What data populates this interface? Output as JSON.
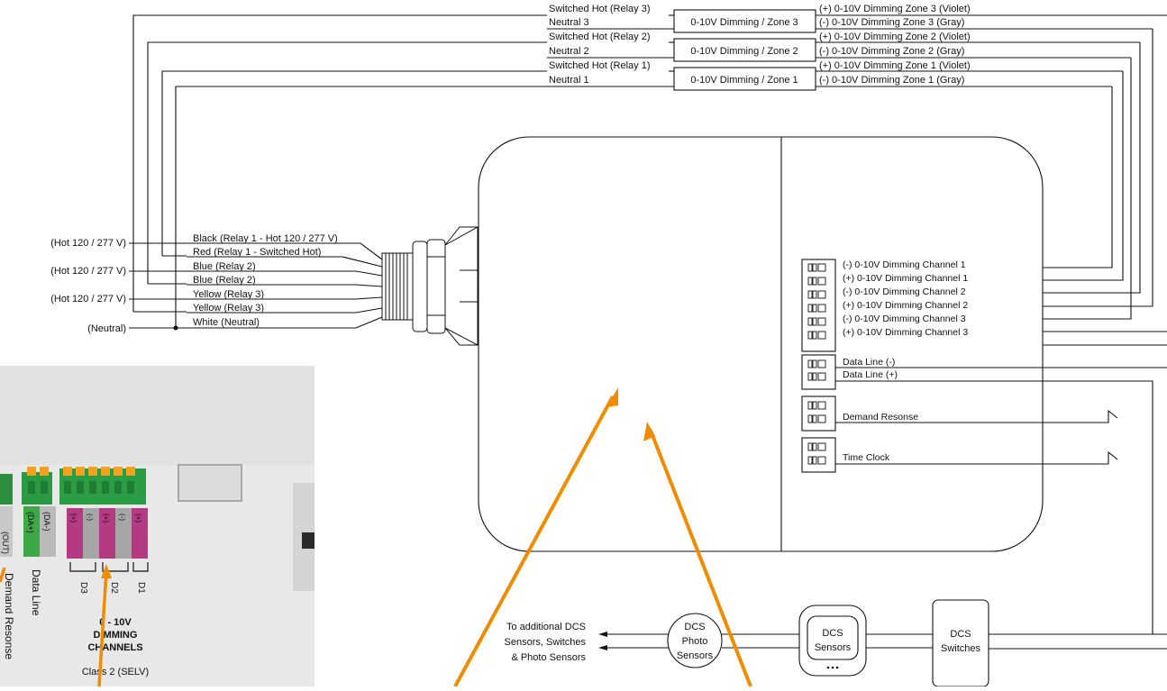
{
  "top_wires": {
    "left": [
      "Switched Hot (Relay 3)",
      "Neutral 3",
      "Switched Hot (Relay 2)",
      "Neutral 2",
      "Switched Hot (Relay 1)",
      "Neutral 1"
    ],
    "boxes": [
      "0-10V Dimming / Zone 3",
      "0-10V Dimming / Zone 2",
      "0-10V Dimming / Zone 1"
    ],
    "right": [
      "(+) 0-10V Dimming Zone 3 (Violet)",
      "(-) 0-10V Dimming Zone 3 (Gray)",
      "(+) 0-10V Dimming Zone 2 (Violet)",
      "(-) 0-10V Dimming Zone 2 (Gray)",
      "(+) 0-10V Dimming Zone 1 (Violet)",
      "(-) 0-10V Dimming Zone 1 (Gray)"
    ]
  },
  "source_labels": [
    "(Hot 120 / 277 V)",
    "(Hot 120 / 277 V)",
    "(Hot 120 / 277 V)",
    "(Neutral)"
  ],
  "leads": [
    "Black (Relay 1 - Hot 120 / 277 V)",
    "Red (Relay 1 - Switched Hot)",
    "Blue (Relay 2)",
    "Blue (Relay 2)",
    "Yellow (Relay 3)",
    "Yellow (Relay 3)",
    "White (Neutral)"
  ],
  "channels": [
    "(-) 0-10V Dimming Channel 1",
    "(+) 0-10V Dimming Channel 1",
    "(-) 0-10V Dimming Channel 2",
    "(+) 0-10V Dimming Channel 2",
    "(-) 0-10V Dimming Channel 3",
    "(+) 0-10V Dimming Channel 3"
  ],
  "data_lines": [
    "Data Line (-)",
    "Data Line (+)"
  ],
  "demand_response": "Demand Resonse",
  "time_clock": "Time Clock",
  "dcs": {
    "to_additional": [
      "To additional DCS",
      "Sensors, Switches",
      "& Photo Sensors"
    ],
    "photo": [
      "DCS",
      "Photo",
      "Sensors"
    ],
    "sensors": [
      "DCS",
      "Sensors"
    ],
    "switches": [
      "DCS",
      "Switches"
    ]
  },
  "photo_labels": {
    "out": "(OUT)",
    "da_plus": "(DA+)",
    "da_minus": "(DA-)",
    "plus": "(+)",
    "minus": "(-)",
    "d3": "D3",
    "d2": "D2",
    "d1": "D1",
    "demand": "Demand Resonse",
    "data_line": "Data Line",
    "v_l1": "0 - 10V",
    "v_l2": "DIMMING",
    "v_l3": "CHANNELS",
    "class2": "Class 2 (SELV)"
  },
  "colors": {
    "arrow": "#f08c00",
    "terminal_green": "#1e9a3c",
    "terminal_orange": "#f3a21d",
    "violet": "#b1347c",
    "gray": "#9a9a9a",
    "housing": "#e9e9e9"
  }
}
